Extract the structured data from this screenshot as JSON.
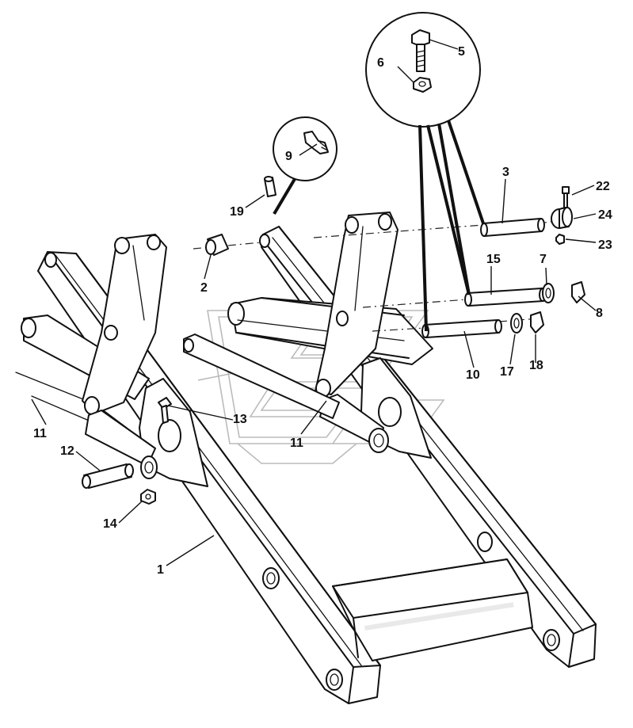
{
  "labels": {
    "l1": "1",
    "l2": "2",
    "l3": "3",
    "l5": "5",
    "l6": "6",
    "l7": "7",
    "l8": "8",
    "l9": "9",
    "l10": "10",
    "l11a": "11",
    "l11b": "11",
    "l12": "12",
    "l13": "13",
    "l14": "14",
    "l15": "15",
    "l17": "17",
    "l18": "18",
    "l19": "19",
    "l22": "22",
    "l23": "23",
    "l24": "24"
  }
}
